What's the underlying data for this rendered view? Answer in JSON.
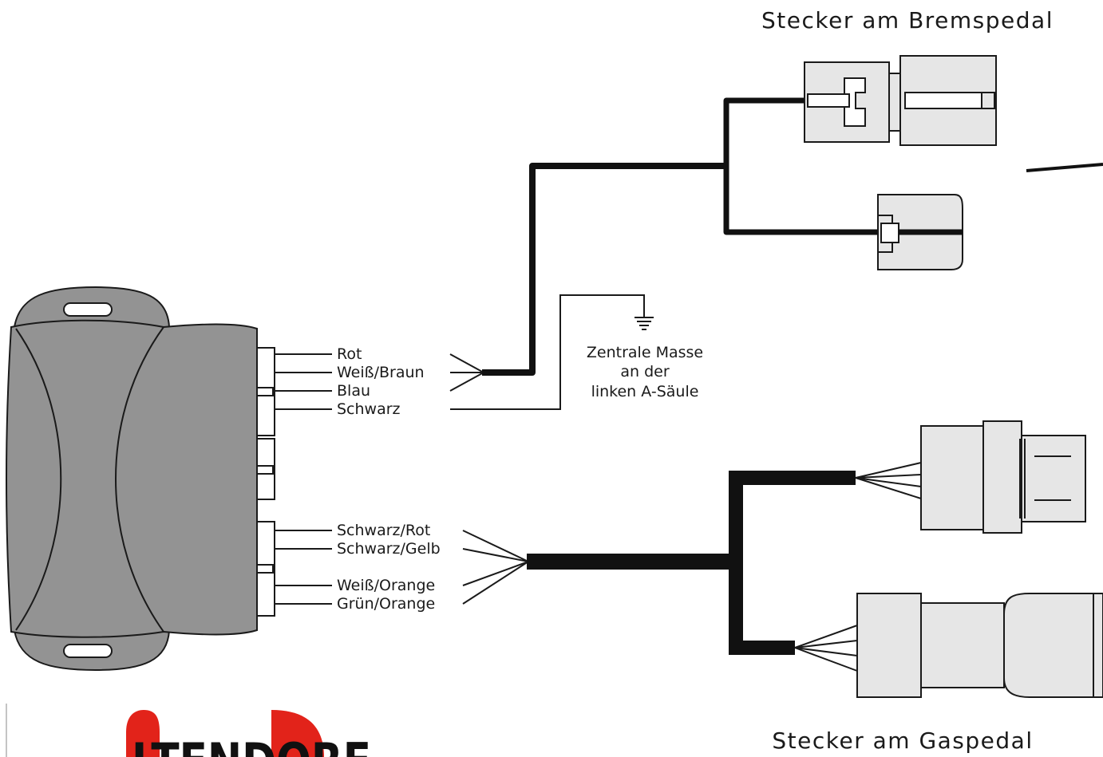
{
  "titles": {
    "brake": "Stecker am Bremspedal",
    "gas": "Stecker am Gaspedal"
  },
  "upper_wires": [
    "Rot",
    "Weiß/Braun",
    "Blau",
    "Schwarz"
  ],
  "lower_wires": [
    "Schwarz/Rot",
    "Schwarz/Gelb",
    "Weiß/Orange",
    "Grün/Orange"
  ],
  "ground": {
    "line1": "Zentrale Masse",
    "line2": "an der",
    "line3": "linken A-Säule"
  },
  "logo": {
    "text": "LTENDORF",
    "accent_color": "#e2231a"
  },
  "colors": {
    "module_body": "#939393",
    "module_outline": "#1a1a1a",
    "connector_fill": "#e6e6e6",
    "cable": "#111111"
  }
}
